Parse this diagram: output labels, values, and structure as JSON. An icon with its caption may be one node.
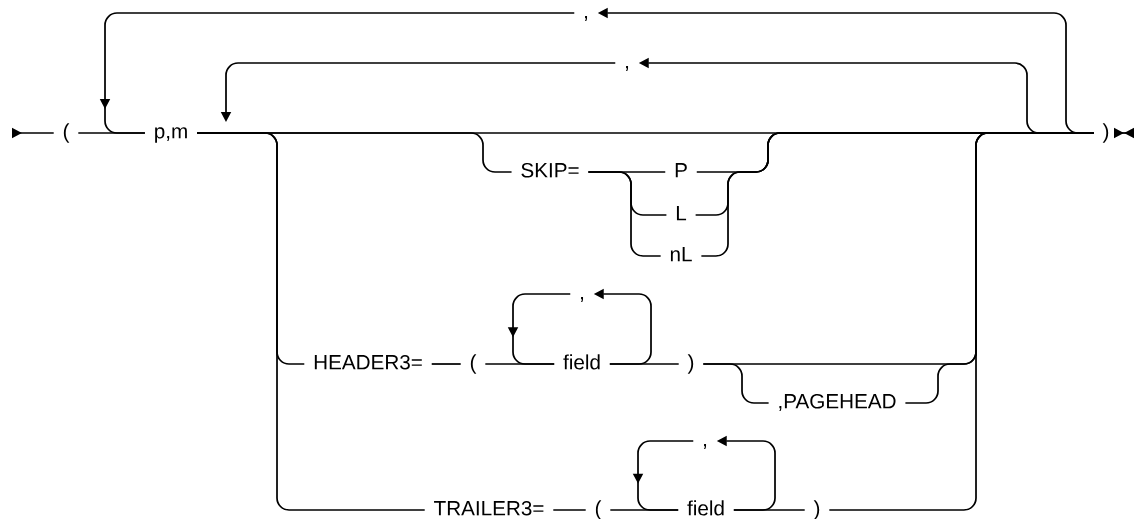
{
  "diagram": {
    "nodes": [
      {
        "text": [
          "("
        ]
      },
      {
        "text": [
          "p,m"
        ]
      },
      {
        "text": [
          ","
        ]
      },
      {
        "text": [
          ","
        ]
      },
      {
        "text": [
          "SKIP="
        ]
      },
      {
        "text": [
          "P"
        ]
      },
      {
        "text": [
          "L"
        ]
      },
      {
        "text": [
          "nL"
        ]
      },
      {
        "text": [
          "HEADER3="
        ]
      },
      {
        "text": [
          "("
        ]
      },
      {
        "text": [
          ","
        ]
      },
      {
        "text": [
          "field"
        ]
      },
      {
        "text": [
          ")"
        ]
      },
      {
        "text": [
          ",PAGEHEAD"
        ]
      },
      {
        "text": [
          "TRAILER3="
        ]
      },
      {
        "text": [
          "("
        ]
      },
      {
        "text": [
          ","
        ]
      },
      {
        "text": [
          "field"
        ]
      },
      {
        "text": [
          ")"
        ]
      },
      {
        "text": [
          ")"
        ]
      }
    ],
    "edges": [
      {
        "from": null,
        "to": 0,
        "arrow": "to"
      },
      {
        "from": 0,
        "to": 1,
        "arrow": "none"
      },
      {
        "from": 1,
        "to": 19,
        "arrow": "none"
      },
      {
        "from": 19,
        "to": null,
        "arrow": "to"
      },
      {
        "from": 19,
        "to": 2,
        "arrow": "to"
      },
      {
        "from": 2,
        "to": 1,
        "arrow": "to"
      },
      {
        "from": 19,
        "to": 3,
        "arrow": "to"
      },
      {
        "from": 3,
        "to": null,
        "arrow": "to"
      },
      {
        "from": 1,
        "to": 4,
        "arrow": "none"
      },
      {
        "from": 4,
        "to": 5,
        "arrow": "none"
      },
      {
        "from": 4,
        "to": 6,
        "arrow": "none"
      },
      {
        "from": 4,
        "to": 7,
        "arrow": "none"
      },
      {
        "from": 5,
        "to": 19,
        "arrow": "none"
      },
      {
        "from": 6,
        "to": 19,
        "arrow": "none"
      },
      {
        "from": 7,
        "to": 19,
        "arrow": "none"
      },
      {
        "from": 1,
        "to": 8,
        "arrow": "none"
      },
      {
        "from": 8,
        "to": 9,
        "arrow": "none"
      },
      {
        "from": 9,
        "to": 11,
        "arrow": "none"
      },
      {
        "from": 11,
        "to": 10,
        "arrow": "to"
      },
      {
        "from": 10,
        "to": 11,
        "arrow": "to"
      },
      {
        "from": 11,
        "to": 12,
        "arrow": "none"
      },
      {
        "from": 12,
        "to": 19,
        "arrow": "none"
      },
      {
        "from": 12,
        "to": 13,
        "arrow": "none"
      },
      {
        "from": 13,
        "to": 19,
        "arrow": "none"
      },
      {
        "from": 1,
        "to": 14,
        "arrow": "none"
      },
      {
        "from": 14,
        "to": 15,
        "arrow": "none"
      },
      {
        "from": 15,
        "to": 17,
        "arrow": "none"
      },
      {
        "from": 17,
        "to": 16,
        "arrow": "to"
      },
      {
        "from": 16,
        "to": 17,
        "arrow": "to"
      },
      {
        "from": 17,
        "to": 18,
        "arrow": "none"
      },
      {
        "from": 18,
        "to": 19,
        "arrow": "none"
      }
    ]
  }
}
